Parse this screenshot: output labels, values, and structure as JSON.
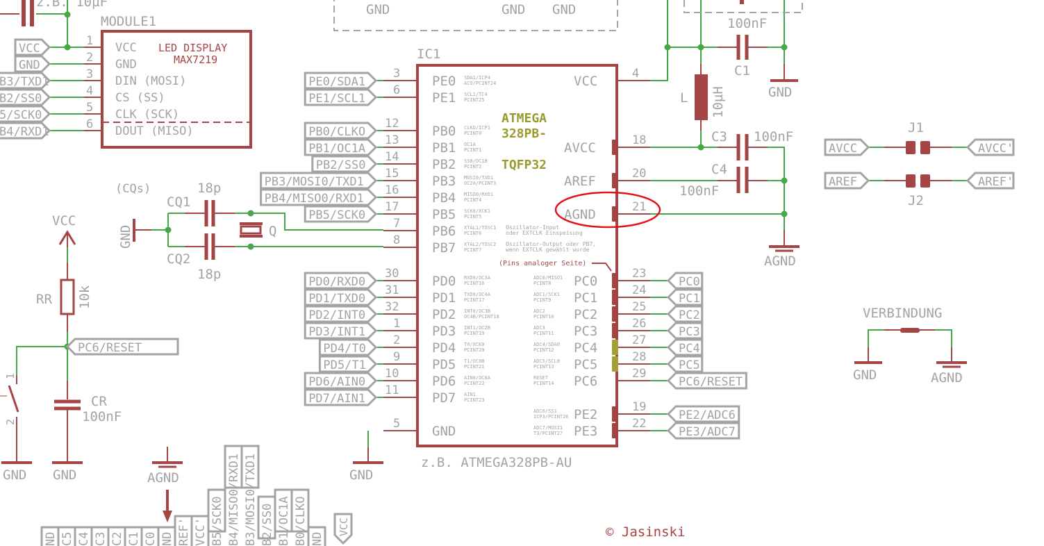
{
  "colors": {
    "wire": "#45a845",
    "pin": "#a54445",
    "label": "#a3a3a3",
    "part_text": "#a54445",
    "device_name": "#9a9a2c",
    "highlight_circle": "#e3121a",
    "highlight_pad": "#a3a133"
  },
  "top_fragment": {
    "cap_note": "z.B. 10µF",
    "box_gnd_labels": [
      "GND",
      "GND",
      "GND"
    ]
  },
  "module": {
    "name": "MODULE1",
    "title_line1": "LED DISPLAY",
    "title_line2": "MAX7219",
    "pins": [
      {
        "num": "1",
        "name": "VCC",
        "net": "VCC"
      },
      {
        "num": "2",
        "name": "GND",
        "net": "GND"
      },
      {
        "num": "3",
        "name": "DIN (MOSI)",
        "net": "B3/TXD1"
      },
      {
        "num": "4",
        "name": "CS  (SS)",
        "net": "B2/SS0"
      },
      {
        "num": "5",
        "name": "CLK (SCK)",
        "net": "5/SCK0"
      },
      {
        "num": "6",
        "name": "DOUT (MISO)",
        "net": "B4/RXD1"
      }
    ]
  },
  "ic": {
    "ref": "IC1",
    "device_line1": "ATMEGA",
    "device_line2": "328PB-",
    "device_line3": "TQFP32",
    "value": "z.B. ATMEGA328PB-AU",
    "left_pins": [
      {
        "num": "3",
        "name": "PE0",
        "alt1": "SDA1/ICP4",
        "alt2": "ACO/PCINT24",
        "net": "PE0/SDA1"
      },
      {
        "num": "6",
        "name": "PE1",
        "alt1": "SCL1/TC4",
        "alt2": "PCINT25",
        "net": "PE1/SCL1"
      },
      {
        "num": "12",
        "name": "PB0",
        "alt1": "CLKO/ICP1",
        "alt2": "PCINT0",
        "net": "PB0/CLKO"
      },
      {
        "num": "13",
        "name": "PB1",
        "alt1": "OC1A",
        "alt2": "PCINT1",
        "net": "PB1/OC1A"
      },
      {
        "num": "14",
        "name": "PB2",
        "alt1": "SS0/OC1B",
        "alt2": "PCINT2",
        "net": "PB2/SS0"
      },
      {
        "num": "15",
        "name": "PB3",
        "alt1": "MOSI0/TXD1",
        "alt2": "OC2A/PCINT3",
        "net": "PB3/MOSI0/TXD1"
      },
      {
        "num": "16",
        "name": "PB4",
        "alt1": "MISO0/RXD1",
        "alt2": "PCINT4",
        "net": "PB4/MISO0/RXD1"
      },
      {
        "num": "17",
        "name": "PB5",
        "alt1": "SCK0/XCK1",
        "alt2": "PCINT5",
        "net": "PB5/SCK0"
      },
      {
        "num": "7",
        "name": "PB6",
        "alt1": "XTAL1/TOSC1",
        "alt2": "PCINT6",
        "note1": "Oszillator-Input",
        "note2": "oder EXTCLK Einspeisung"
      },
      {
        "num": "8",
        "name": "PB7",
        "alt1": "XTAL2/TOSC2",
        "alt2": "PCINT7",
        "note1": "Oszillator-Output oder PB7,",
        "note2": "wenn EXTCLK gewählt wurde"
      },
      {
        "num": "30",
        "name": "PD0",
        "alt1": "RXD0/OC3A",
        "alt2": "PCINT16",
        "net": "PD0/RXD0"
      },
      {
        "num": "31",
        "name": "PD1",
        "alt1": "TXD0/OC4A",
        "alt2": "PCINT17",
        "net": "PD1/TXD0"
      },
      {
        "num": "32",
        "name": "PD2",
        "alt1": "INT0/OC3B",
        "alt2": "OC4B/PCINT18",
        "net": "PD2/INT0"
      },
      {
        "num": "1",
        "name": "PD3",
        "alt1": "INT1/OC2B",
        "alt2": "PCINT19",
        "net": "PD3/INT1"
      },
      {
        "num": "2",
        "name": "PD4",
        "alt1": "T0/XCK0",
        "alt2": "PCINT20",
        "net": "PD4/T0"
      },
      {
        "num": "9",
        "name": "PD5",
        "alt1": "T1/OC0B",
        "alt2": "PCINT21",
        "net": "PD5/T1"
      },
      {
        "num": "10",
        "name": "PD6",
        "alt1": "AIN0/OC0A",
        "alt2": "PCINT22",
        "net": "PD6/AIN0"
      },
      {
        "num": "11",
        "name": "PD7",
        "alt1": "AIN1",
        "alt2": "PCINT23",
        "net": "PD7/AIN1"
      },
      {
        "num": "5",
        "name": "GND",
        "net": "GND"
      }
    ],
    "right_pins": [
      {
        "num": "4",
        "name": "VCC"
      },
      {
        "num": "18",
        "name": "AVCC"
      },
      {
        "num": "20",
        "name": "AREF"
      },
      {
        "num": "21",
        "name": "AGND"
      },
      {
        "num": "23",
        "name": "PC0",
        "alt1": "ADC0/MISO1",
        "alt2": "PCINT8",
        "net": "PC0"
      },
      {
        "num": "24",
        "name": "PC1",
        "alt1": "ADC1/SCK1",
        "alt2": "PCINT9",
        "net": "PC1"
      },
      {
        "num": "25",
        "name": "PC2",
        "alt1": "ADC2",
        "alt2": "PCINT10",
        "net": "PC2"
      },
      {
        "num": "26",
        "name": "PC3",
        "alt1": "ADC3",
        "alt2": "PCINT11",
        "net": "PC3"
      },
      {
        "num": "27",
        "name": "PC4",
        "alt1": "ADC4/SDA0",
        "alt2": "PCINT12",
        "net": "PC4"
      },
      {
        "num": "28",
        "name": "PC5",
        "alt1": "ADC5/SCL0",
        "alt2": "PCINT13",
        "net": "PC5"
      },
      {
        "num": "29",
        "name": "PC6",
        "alt1": "RESET",
        "alt2": "PCINT14",
        "net": "PC6/RESET"
      },
      {
        "num": "19",
        "name": "PE2",
        "alt1": "ADC6/SS1",
        "alt2": "ICP3/PCINT26",
        "net": "PE2/ADC6"
      },
      {
        "num": "22",
        "name": "PE3",
        "alt1": "ADC7/MOSI1",
        "alt2": "T3/PCINT27",
        "net": "PE3/ADC7"
      }
    ],
    "analog_note": "(Pins analoger Seite)"
  },
  "crystal": {
    "group": "(CQs)",
    "cq1": "CQ1",
    "cq1_value": "18p",
    "cq2": "CQ2",
    "cq2_value": "18p",
    "q": "Q",
    "gnd": "GND"
  },
  "reset": {
    "vcc": "VCC",
    "rr": "RR",
    "rr_value": "10k",
    "net": "PC6/RESET",
    "cr": "CR",
    "cr_value": "100nF",
    "switch_pin1": "1",
    "switch_pin2": "2",
    "gnd_labels": [
      "GND",
      "GND"
    ]
  },
  "power": {
    "c1": "C1",
    "c1_value": "100nF",
    "l": "L",
    "l_value": "10µH",
    "c3": "C3",
    "c3_value": "100nF",
    "c4": "C4",
    "c4_value": "100nF",
    "gnd": "GND",
    "agnd": "AGND",
    "ic_gnd": "GND"
  },
  "jumpers": {
    "j1": "J1",
    "j2": "J2",
    "j1_left": "AVCC",
    "j1_right": "AVCC'",
    "j2_left": "AREF",
    "j2_right": "AREF'"
  },
  "verbindung": {
    "title": "VERBINDUNG",
    "left": "GND",
    "right": "AGND"
  },
  "bottom": {
    "agnd": "AGND",
    "header_labels": [
      "ND",
      "C5",
      "C4",
      "C3",
      "C2",
      "C1",
      "C0",
      "ND",
      "REF'",
      "VCC'",
      "B5/SCK0",
      "B4/MISO0/RXD1",
      "B3/MOSI0/TXD1",
      "B2/SS0",
      "B1/OC1A",
      "B0/CLKO",
      "ND"
    ],
    "vcc_flag": "VCC"
  },
  "copyright": "© Jasinski"
}
